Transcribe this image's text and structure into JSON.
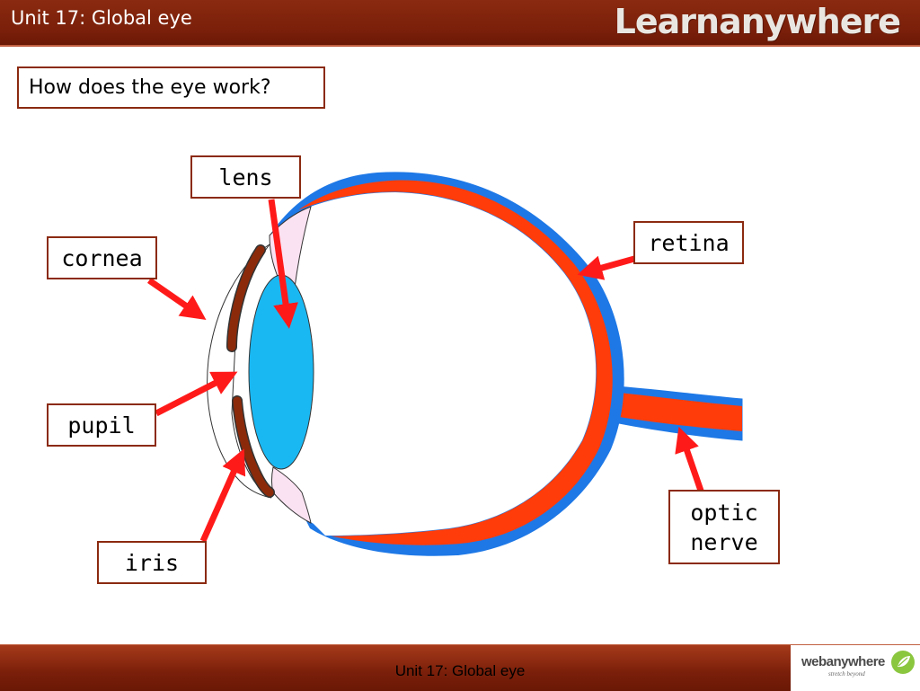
{
  "header": {
    "title": "Unit 17: Global eye",
    "logo_text": "Learnanywhere"
  },
  "question": "How does the eye work?",
  "labels": {
    "lens": "lens",
    "retina": "retina",
    "cornea": "cornea",
    "pupil": "pupil",
    "iris": "iris",
    "optic_nerve_line1": "optic",
    "optic_nerve_line2": "nerve"
  },
  "footer": {
    "title": "Unit 17: Global eye",
    "logo_text": "webanywhere",
    "tagline": "stretch beyond"
  },
  "colors": {
    "header_bar": "#7a1f0a",
    "box_border": "#8b2a10",
    "sclera_blue": "#1e78e6",
    "retina_red": "#ff3c0a",
    "lens_cyan": "#1ab8f2",
    "iris_brown": "#8b2a0a",
    "arrow_red": "#ff1a1a",
    "ciliary_pink": "#fbe2f2"
  }
}
